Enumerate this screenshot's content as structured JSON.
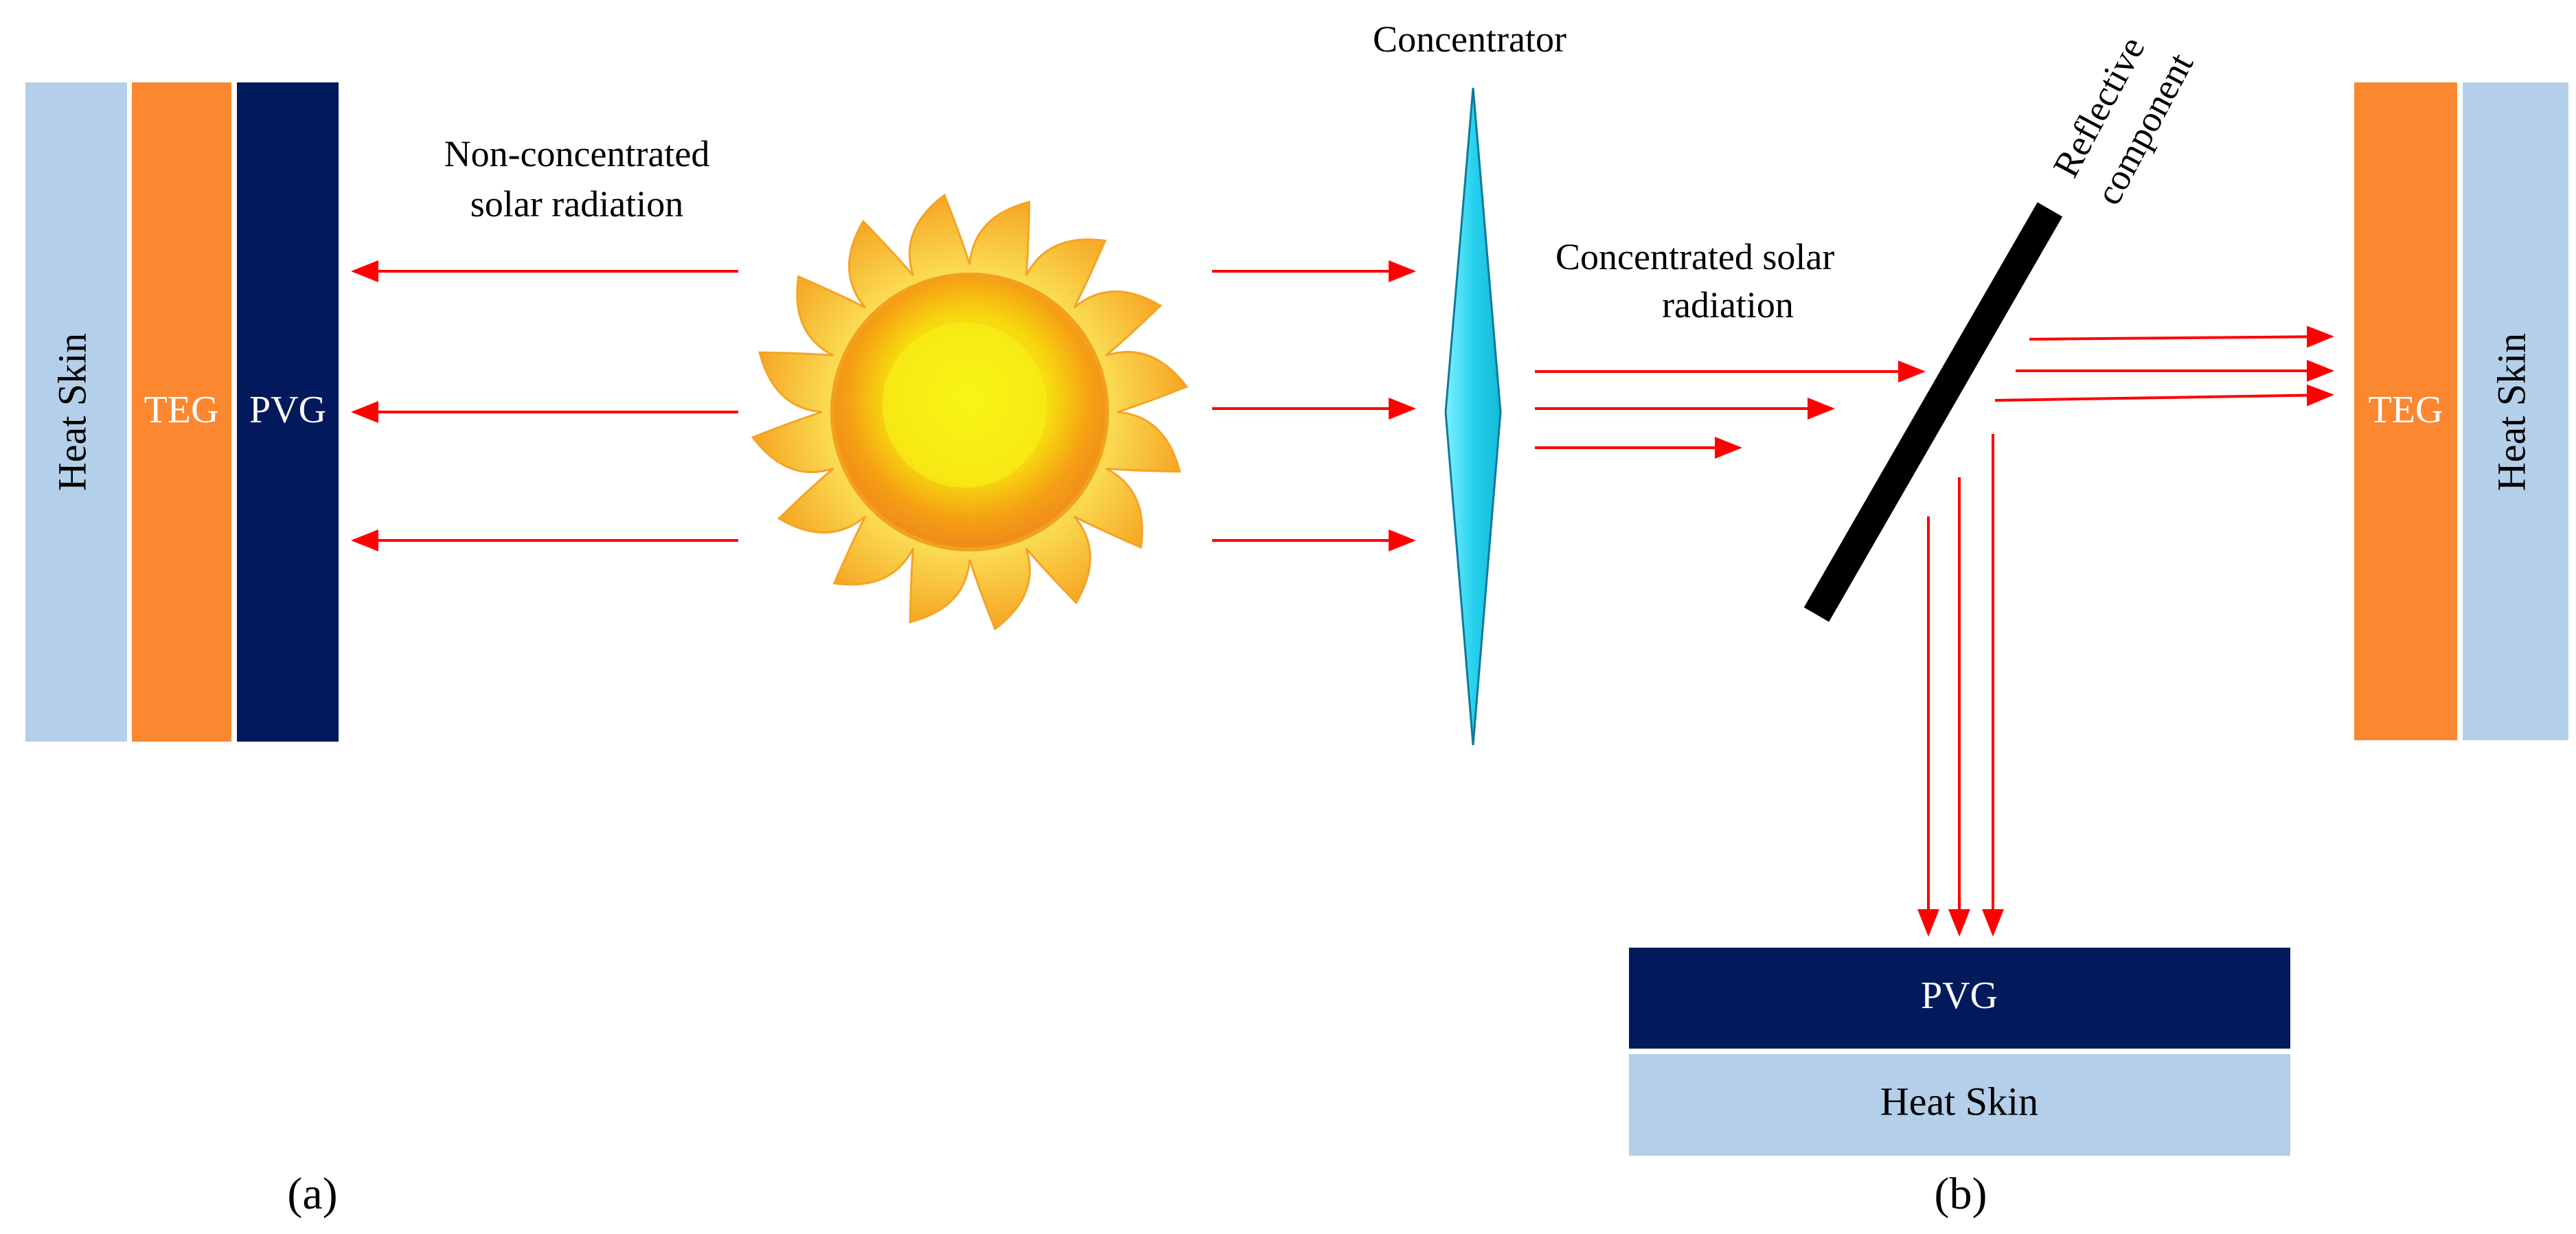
{
  "colors": {
    "heat_skin": "#b4cfe9",
    "teg": "#fb8731",
    "pvg": "#021a5c",
    "arrow": "#ff0000",
    "concentrator": "#33d6f0",
    "reflector": "#000000",
    "sun_rays": "#f9b233",
    "sun_core": "#f5f00a"
  },
  "panel_a": {
    "heat_skin_label": "Heat Skin",
    "teg_label": "TEG",
    "pvg_label": "PVG",
    "radiation_label_line1": "Non-concentrated",
    "radiation_label_line2": "solar radiation",
    "caption": "(a)"
  },
  "panel_b": {
    "concentrator_label": "Concentrator",
    "reflective_label_line1": "Reflective",
    "reflective_label_line2": "component",
    "radiation_label_line1": "Concentrated solar",
    "radiation_label_line2": "radiation",
    "teg_label": "TEG",
    "heat_skin_label_right": "Heat Skin",
    "pvg_label": "PVG",
    "heat_skin_label_bottom": "Heat Skin",
    "caption": "(b)"
  },
  "icons": {
    "sun": "sun-icon",
    "concentrator": "lens-icon",
    "reflector": "mirror-icon"
  }
}
